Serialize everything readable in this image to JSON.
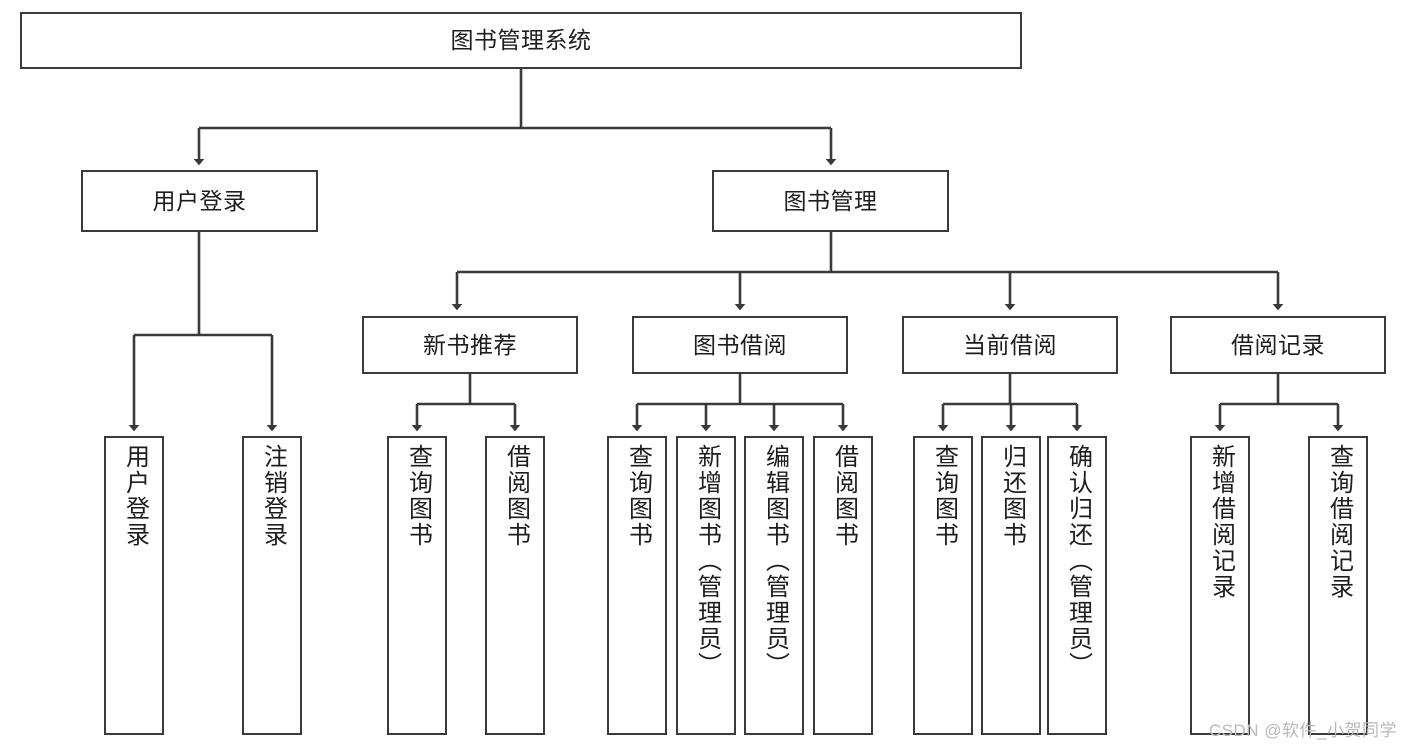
{
  "diagram": {
    "title": "图书管理系统",
    "type": "function-structure-tree",
    "watermark": "CSDN @软件_小贺同学",
    "colors": {
      "stroke": "#3a3a3a",
      "fill": "#ffffff",
      "text": "#1d1d1d",
      "watermark": "#b9b9b9"
    },
    "nodes": {
      "root": {
        "label": "图书管理系统",
        "level": 0,
        "orientation": "horizontal"
      },
      "user_login": {
        "label": "用户登录",
        "level": 1,
        "orientation": "horizontal"
      },
      "book_manage": {
        "label": "图书管理",
        "level": 1,
        "orientation": "horizontal"
      },
      "new_book_rec": {
        "label": "新书推荐",
        "level": 2,
        "orientation": "horizontal"
      },
      "book_borrow": {
        "label": "图书借阅",
        "level": 2,
        "orientation": "horizontal"
      },
      "current_borrow": {
        "label": "当前借阅",
        "level": 2,
        "orientation": "horizontal"
      },
      "borrow_record": {
        "label": "借阅记录",
        "level": 2,
        "orientation": "horizontal"
      },
      "leaf_user_login": {
        "label": "用户登录",
        "level": 2,
        "orientation": "vertical"
      },
      "leaf_logout": {
        "label": "注销登录",
        "level": 2,
        "orientation": "vertical"
      },
      "leaf_query_book_1": {
        "label": "查询图书",
        "level": 3,
        "orientation": "vertical"
      },
      "leaf_borrow_book_1": {
        "label": "借阅图书",
        "level": 3,
        "orientation": "vertical"
      },
      "leaf_query_book_2": {
        "label": "查询图书",
        "level": 3,
        "orientation": "vertical"
      },
      "leaf_add_book": {
        "label": "新增图书（管理员）",
        "level": 3,
        "orientation": "vertical"
      },
      "leaf_edit_book": {
        "label": "编辑图书（管理员）",
        "level": 3,
        "orientation": "vertical"
      },
      "leaf_borrow_book_2": {
        "label": "借阅图书",
        "level": 3,
        "orientation": "vertical"
      },
      "leaf_query_book_3": {
        "label": "查询图书",
        "level": 3,
        "orientation": "vertical"
      },
      "leaf_return_book": {
        "label": "归还图书",
        "level": 3,
        "orientation": "vertical"
      },
      "leaf_confirm_return": {
        "label": "确认归还（管理员）",
        "level": 3,
        "orientation": "vertical"
      },
      "leaf_add_record": {
        "label": "新增借阅记录",
        "level": 3,
        "orientation": "vertical"
      },
      "leaf_query_record": {
        "label": "查询借阅记录",
        "level": 3,
        "orientation": "vertical"
      }
    },
    "edges": [
      {
        "from": "root",
        "to": "user_login"
      },
      {
        "from": "root",
        "to": "book_manage"
      },
      {
        "from": "user_login",
        "to": "leaf_user_login"
      },
      {
        "from": "user_login",
        "to": "leaf_logout"
      },
      {
        "from": "book_manage",
        "to": "new_book_rec"
      },
      {
        "from": "book_manage",
        "to": "book_borrow"
      },
      {
        "from": "book_manage",
        "to": "current_borrow"
      },
      {
        "from": "book_manage",
        "to": "borrow_record"
      },
      {
        "from": "new_book_rec",
        "to": "leaf_query_book_1"
      },
      {
        "from": "new_book_rec",
        "to": "leaf_borrow_book_1"
      },
      {
        "from": "book_borrow",
        "to": "leaf_query_book_2"
      },
      {
        "from": "book_borrow",
        "to": "leaf_add_book"
      },
      {
        "from": "book_borrow",
        "to": "leaf_edit_book"
      },
      {
        "from": "book_borrow",
        "to": "leaf_borrow_book_2"
      },
      {
        "from": "current_borrow",
        "to": "leaf_query_book_3"
      },
      {
        "from": "current_borrow",
        "to": "leaf_return_book"
      },
      {
        "from": "current_borrow",
        "to": "leaf_confirm_return"
      },
      {
        "from": "borrow_record",
        "to": "leaf_add_record"
      },
      {
        "from": "borrow_record",
        "to": "leaf_query_record"
      }
    ]
  }
}
